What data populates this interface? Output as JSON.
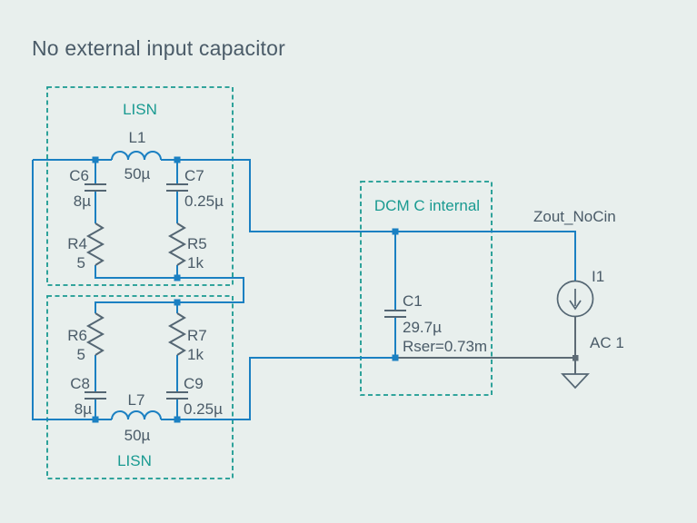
{
  "title": "No external input capacitor",
  "colors": {
    "background": "#e8efed",
    "wire_blue": "#1b80c2",
    "block_teal": "#199a91",
    "component_gray": "#546673",
    "wire_gray": "#5d6b75",
    "text": "#4a5b68"
  },
  "blocks": {
    "lisn_top": {
      "label": "LISN"
    },
    "lisn_bottom": {
      "label": "LISN"
    },
    "dcm": {
      "label": "DCM C internal"
    }
  },
  "components": {
    "L1": {
      "ref": "L1",
      "value": "50µ"
    },
    "C6": {
      "ref": "C6",
      "value": "8µ"
    },
    "C7": {
      "ref": "C7",
      "value": "0.25µ"
    },
    "R4": {
      "ref": "R4",
      "value": "5"
    },
    "R5": {
      "ref": "R5",
      "value": "1k"
    },
    "R6": {
      "ref": "R6",
      "value": "5"
    },
    "R7": {
      "ref": "R7",
      "value": "1k"
    },
    "C8": {
      "ref": "C8",
      "value": "8µ"
    },
    "C9": {
      "ref": "C9",
      "value": "0.25µ"
    },
    "L7": {
      "ref": "L7",
      "value": "50µ"
    },
    "C1": {
      "ref": "C1",
      "value": "29.7µ",
      "rser": "Rser=0.73m"
    },
    "I1": {
      "ref": "I1",
      "value": "AC 1"
    }
  },
  "nets": {
    "output": "Zout_NoCin"
  }
}
